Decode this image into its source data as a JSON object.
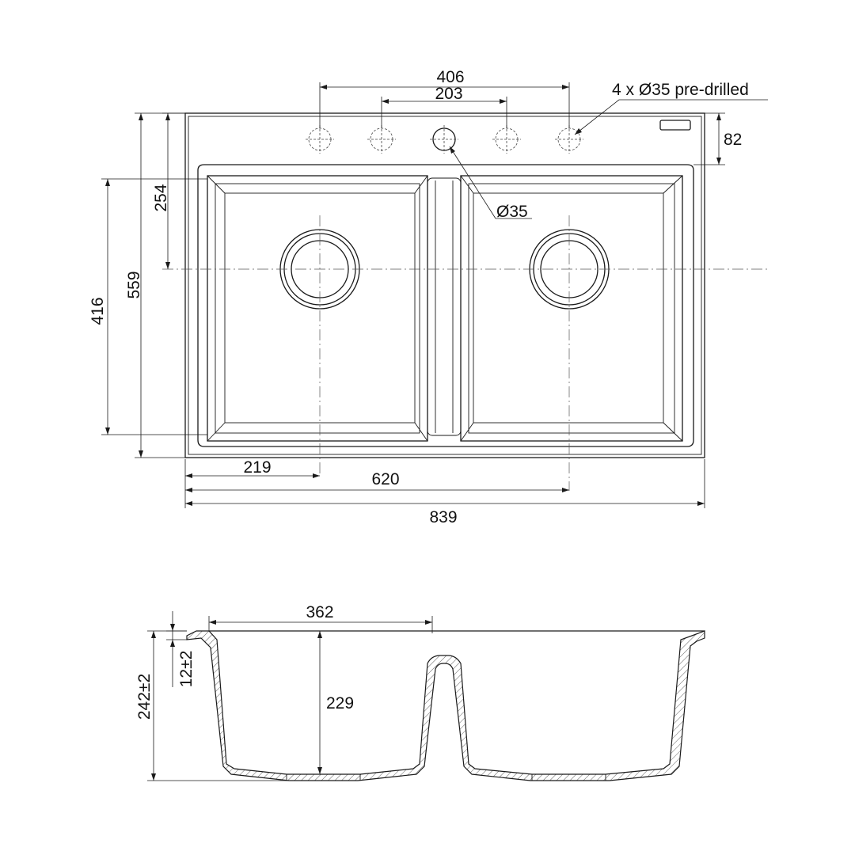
{
  "plan_view": {
    "dimensions": {
      "tap_spacing_outer": "406",
      "tap_spacing_inner": "203",
      "predrilled_note": "4 x Ø35 pre-drilled",
      "tap_row_offset": "82",
      "tap_hole_diameter": "Ø35",
      "to_drain_center": "254",
      "bowl_depth": "416",
      "overall_depth": "559",
      "first_drain_offset": "219",
      "second_drain_offset": "620",
      "overall_width": "839"
    }
  },
  "section_view": {
    "dimensions": {
      "bowl_width": "362",
      "rim_thickness": "12±2",
      "bowl_depth": "229",
      "overall_height": "242±2"
    }
  }
}
